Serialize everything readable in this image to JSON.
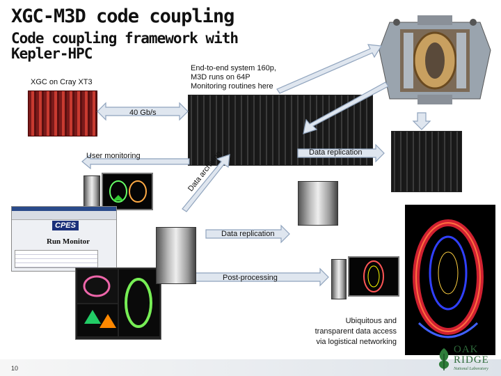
{
  "slide": {
    "title": "XGC-M3D code coupling",
    "subtitle_line1": "Code coupling framework with",
    "subtitle_line2": "Kepler-HPC",
    "page_number": "10"
  },
  "labels": {
    "xgc_on_cray": "XGC on Cray XT3",
    "end_to_end_1": "End-to-end system 160p,",
    "end_to_end_2": "M3D runs on 64P",
    "end_to_end_3": "Monitoring routines here",
    "bandwidth": "40 Gb/s",
    "user_monitoring": "User monitoring",
    "data_replication_top": "Data replication",
    "data_archiving": "Data archiving",
    "data_replication_mid": "Data replication",
    "post_processing": "Post-processing",
    "ubiquitous_1": "Ubiquitous and",
    "ubiquitous_2": "transparent data access",
    "ubiquitous_3": "via logistical networking"
  },
  "run_monitor": {
    "logo": "CPES",
    "heading": "Run Monitor"
  },
  "logo": {
    "line1": "OAK",
    "line2": "RIDGE",
    "line3": "National Laboratory"
  },
  "colors": {
    "arrow_fill": "#dfe6ef",
    "arrow_stroke": "#8fa3bd",
    "footer": "#dde3ea"
  }
}
